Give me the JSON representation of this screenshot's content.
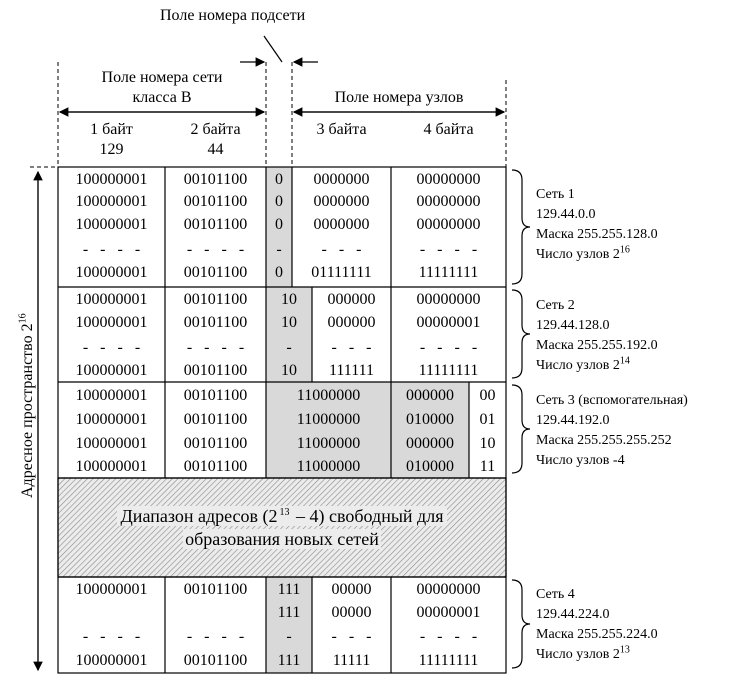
{
  "labels": {
    "subnet_field": "Поле номера подсети",
    "network_field_line1": "Поле номера сети",
    "network_field_line2": "класса В",
    "hosts_field": "Поле номера узлов",
    "byte1": "1 байт",
    "byte1_value": "129",
    "byte2": "2 байта",
    "byte2_value": "44",
    "byte3": "3 байта",
    "byte4": "4 байта",
    "address_space": "Адресное пространство 2",
    "address_space_exp": "16"
  },
  "free_range": {
    "line1_a": "Диапазон адресов (2",
    "line1_exp": "13",
    "line1_b": " – 4) свободный для",
    "line2": "образования новых сетей"
  },
  "networks": [
    {
      "name": "Сеть 1",
      "address": "129.44.0.0",
      "mask": "Маска 255.255.128.0",
      "hosts": "Число узлов 2",
      "hosts_exp": "16",
      "rows": [
        [
          "100000001",
          "00101100",
          "0",
          "0000000",
          "00000000"
        ],
        [
          "100000001",
          "00101100",
          "0",
          "0000000",
          "00000000"
        ],
        [
          "100000001",
          "00101100",
          "0",
          "0000000",
          "00000000"
        ],
        [
          "-   -   -   -",
          "-   -   -   -",
          "-",
          "-   -   -",
          "-   -   -   -"
        ],
        [
          "100000001",
          "00101100",
          "0",
          "01111111",
          "11111111"
        ]
      ]
    },
    {
      "name": "Сеть 2",
      "address": "129.44.128.0",
      "mask": "Маска 255.255.192.0",
      "hosts": "Число узлов 2",
      "hosts_exp": "14",
      "rows": [
        [
          "100000001",
          "00101100",
          "10",
          "000000",
          "00000000"
        ],
        [
          "100000001",
          "00101100",
          "10",
          "000000",
          "00000001"
        ],
        [
          "-   -   -   -",
          "-   -   -   -",
          "-",
          "-   -   -",
          "-   -   -   -"
        ],
        [
          "100000001",
          "00101100",
          "10",
          "111111",
          "11111111"
        ]
      ]
    },
    {
      "name": "Сеть 3 (вспомогательная)",
      "address": "129.44.192.0",
      "mask": "Маска 255.255.255.252",
      "hosts": "Число узлов -4",
      "hosts_exp": "",
      "rows": [
        [
          "100000001",
          "00101100",
          "11000000",
          "000000",
          "00"
        ],
        [
          "100000001",
          "00101100",
          "11000000",
          "010000",
          "01"
        ],
        [
          "100000001",
          "00101100",
          "11000000",
          "000000",
          "10"
        ],
        [
          "100000001",
          "00101100",
          "11000000",
          "010000",
          "11"
        ]
      ]
    },
    {
      "name": "Сеть 4",
      "address": "129.44.224.0",
      "mask": "Маска 255.255.224.0",
      "hosts": "Число узлов 2",
      "hosts_exp": "13",
      "rows": [
        [
          "100000001",
          "00101100",
          "111",
          "00000",
          "00000000"
        ],
        [
          "",
          "",
          "111",
          "00000",
          "00000001"
        ],
        [
          "-   -   -   -",
          "-   -   -   -",
          "-",
          "-   -   -",
          "-   -   -   -"
        ],
        [
          "100000001",
          "00101100",
          "111",
          "11111",
          "11111111"
        ]
      ]
    }
  ],
  "colors": {
    "shade": "#d9d9d9",
    "line": "#000000",
    "hatch": "#7f7f7f"
  }
}
